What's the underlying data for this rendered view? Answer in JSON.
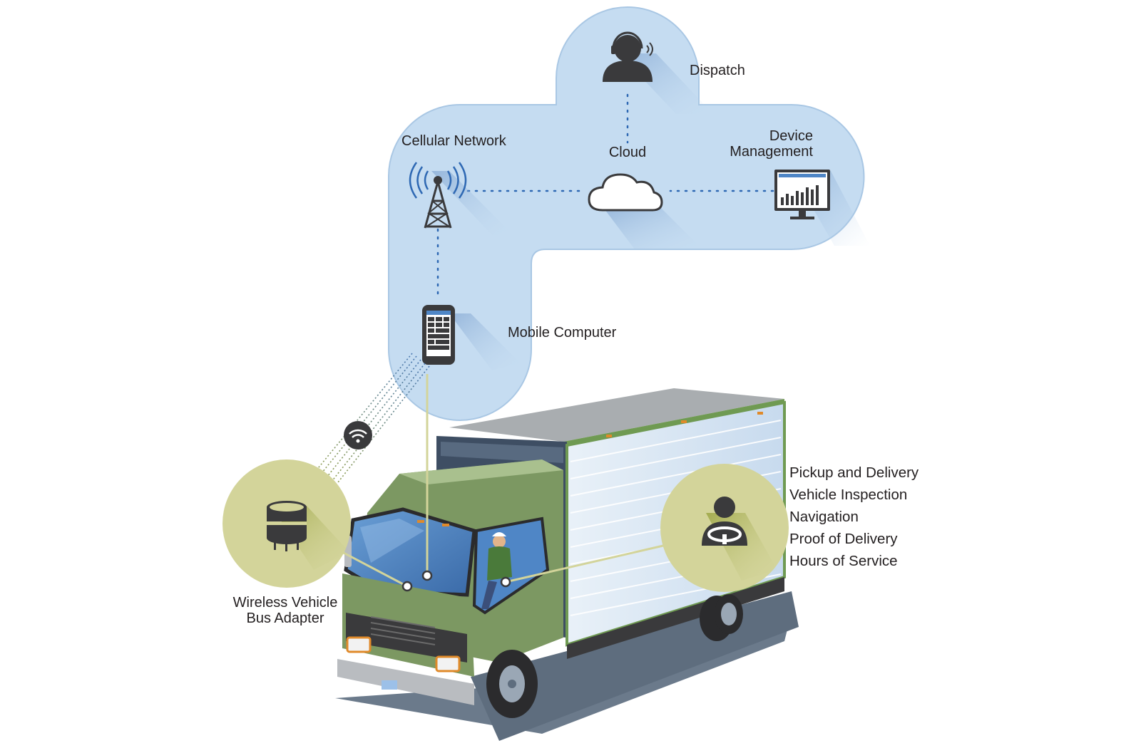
{
  "labels": {
    "dispatch": "Dispatch",
    "cellular_network": "Cellular Network",
    "cloud": "Cloud",
    "device_management": [
      "Device",
      "Management"
    ],
    "mobile_computer": "Mobile Computer",
    "bus_adapter": [
      "Wireless Vehicle",
      "Bus Adapter"
    ]
  },
  "driver_apps": [
    "Pickup and Delivery",
    "Vehicle Inspection",
    "Navigation",
    "Proof of Delivery",
    "Hours of Service"
  ],
  "colors": {
    "cloud_fill": "#c5dcf1",
    "cloud_stroke": "#a9c7e4",
    "icon_dark": "#3a3a3c",
    "connector_dots": "#2e68b3",
    "adapter_circle": "#d3d49a",
    "cab_green": "#7c9862",
    "windshield_blue": "#4f86c6",
    "box_panel": "#dbe9f6"
  },
  "icons": [
    "headset-agent-icon",
    "cell-tower-icon",
    "cloud-icon",
    "monitor-chart-icon",
    "mobile-computer-icon",
    "wifi-icon",
    "bus-adapter-icon",
    "driver-steering-icon"
  ]
}
